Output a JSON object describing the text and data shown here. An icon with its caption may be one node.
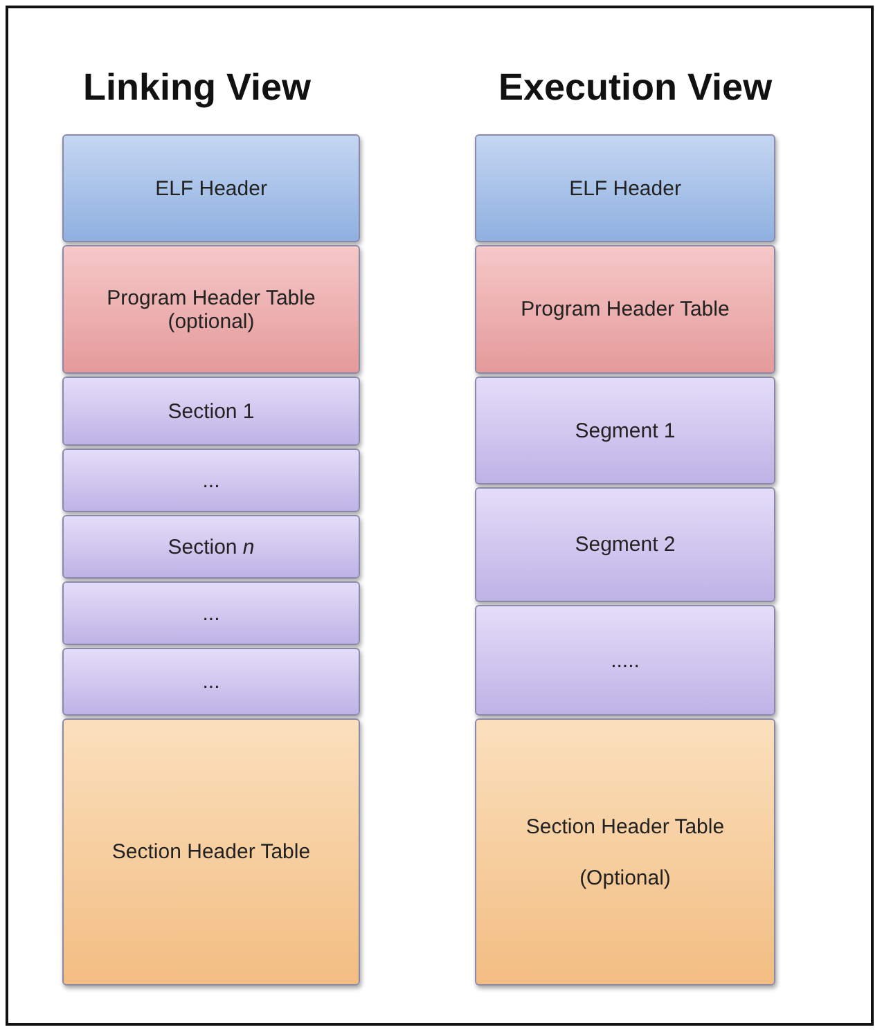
{
  "diagram": {
    "nodes": [
      {
        "text": [
          "ELF Header"
        ]
      },
      {
        "text": [
          "Program Header Table (optional)"
        ]
      },
      {
        "text": [
          "Section 1"
        ]
      },
      {
        "text": [
          "..."
        ]
      },
      {
        "text": [
          "Section *n*"
        ]
      },
      {
        "text": [
          "..."
        ]
      },
      {
        "text": [
          "..."
        ]
      },
      {
        "text": [
          "Section Header Table"
        ]
      },
      {
        "text": [
          "ELF Header"
        ]
      },
      {
        "text": [
          "Program Header Table"
        ]
      },
      {
        "text": [
          "Segment 1"
        ]
      },
      {
        "text": [
          "Segment 2"
        ]
      },
      {
        "text": [
          "....."
        ]
      },
      {
        "text": [
          "Section Header Table",
          "(Optional)"
        ]
      }
    ],
    "labels": [
      "Linking View",
      "Execution View"
    ]
  }
}
